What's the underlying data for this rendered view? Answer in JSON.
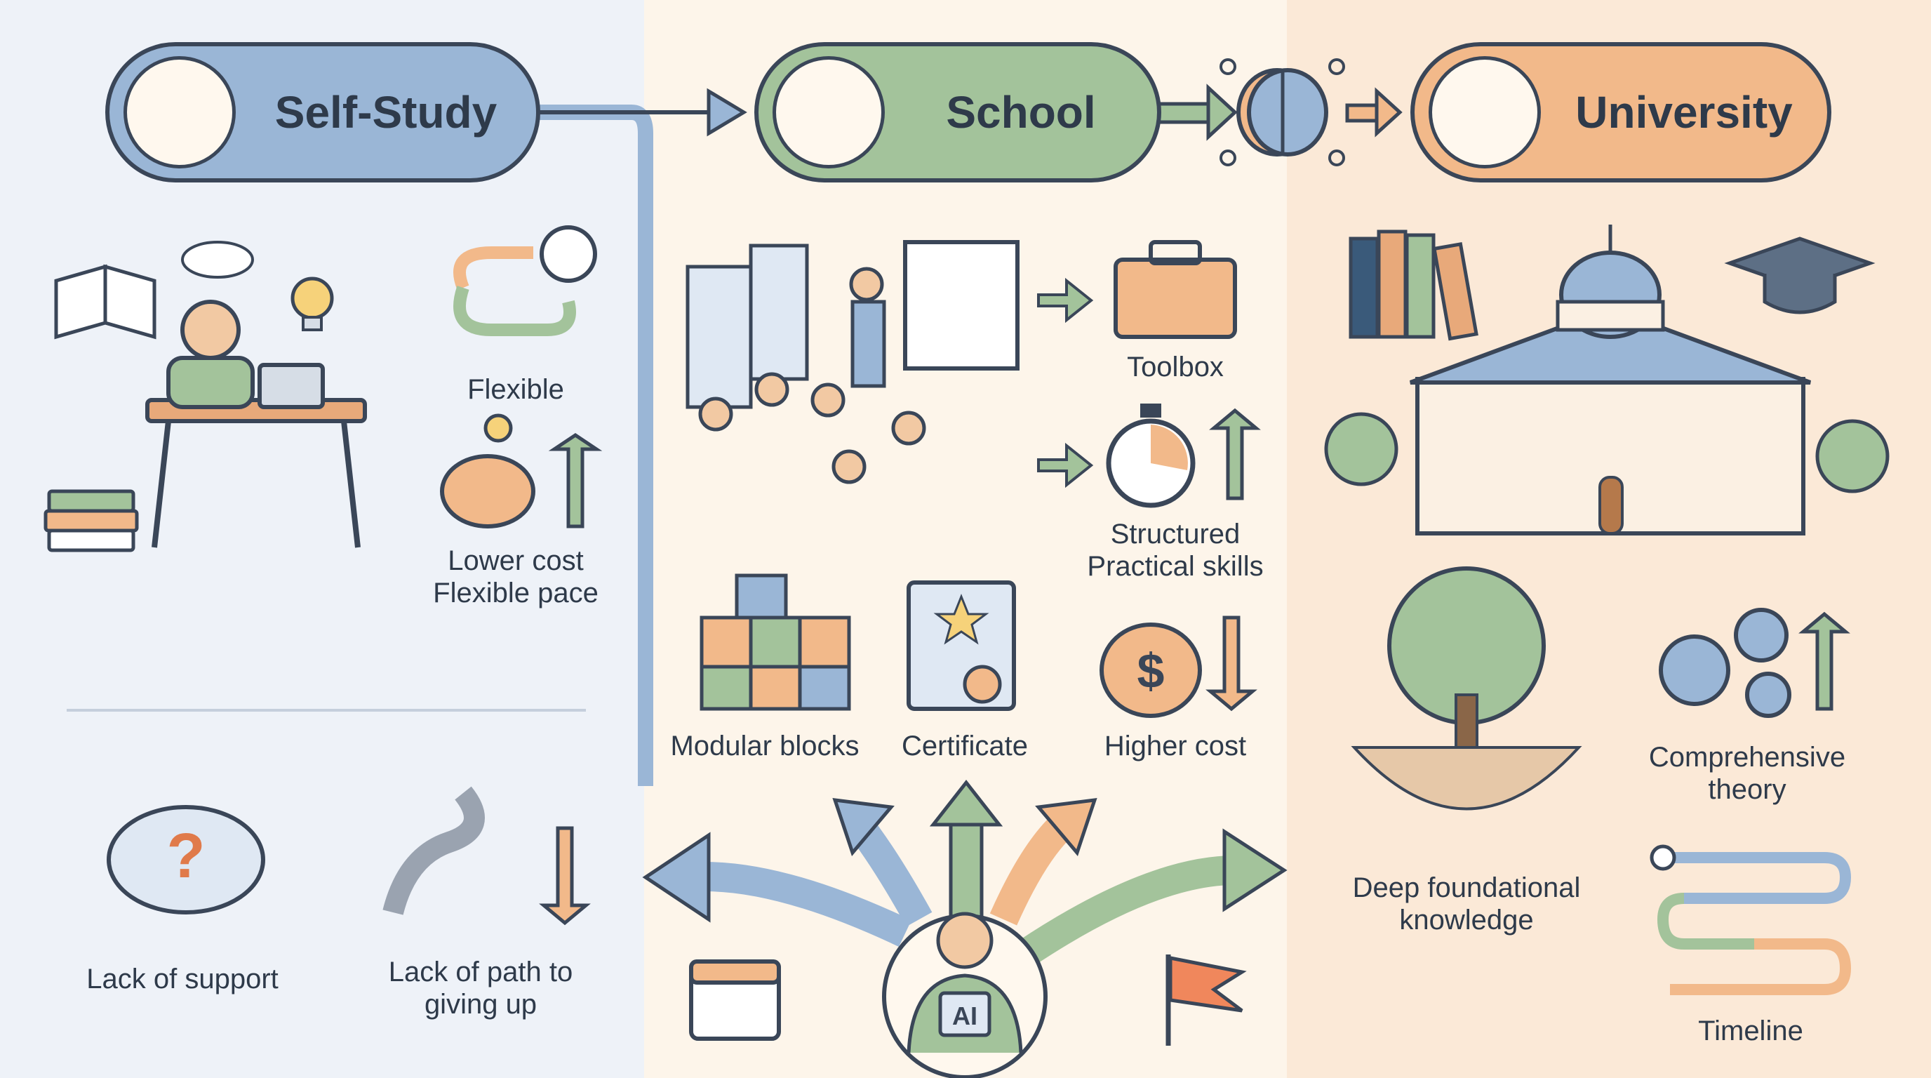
{
  "stages": {
    "self_study": "Self-Study",
    "school": "School",
    "university": "University"
  },
  "self_study": {
    "flexible": "Flexible",
    "lower_cost": "Lower cost\nFlexible pace",
    "lack_support": "Lack of support",
    "lack_path": "Lack of path to\ngiving up"
  },
  "school": {
    "toolbox": "Toolbox",
    "structured": "Structured\nPractical skills",
    "modular": "Modular blocks",
    "certificate": "Certificate",
    "higher_cost": "Higher cost"
  },
  "ai_label": "AI",
  "university": {
    "deep": "Deep foundational\nknowledge",
    "theory": "Comprehensive\ntheory",
    "timeline": "Timeline"
  },
  "icons": {
    "student": "student-icon",
    "school": "school-building-icon",
    "university": "graduation-cap-icon",
    "brain": "brain-icon"
  },
  "colors": {
    "blue": "#9ab6d6",
    "green": "#a3c39b",
    "orange": "#f2b98a",
    "outline": "#3a4658"
  }
}
